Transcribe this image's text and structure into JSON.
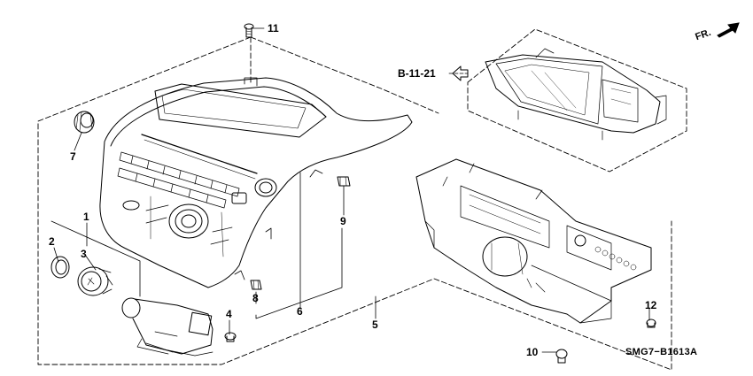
{
  "callouts": {
    "c1": "1",
    "c2": "2",
    "c3": "3",
    "c4": "4",
    "c5": "5",
    "c6": "6",
    "c7": "7",
    "c8": "8",
    "c9": "9",
    "c10": "10",
    "c11": "11",
    "c12": "12"
  },
  "reference": "B-11-21",
  "direction": "FR.",
  "diagram_code": "SMG7−B1613A"
}
